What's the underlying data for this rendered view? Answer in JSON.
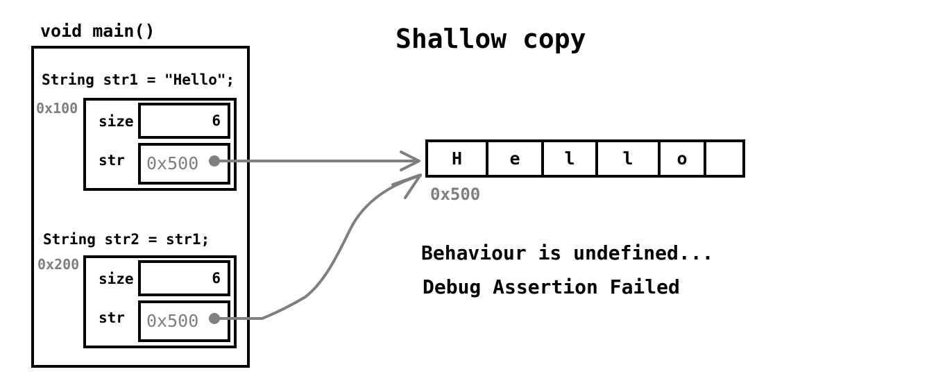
{
  "title": "Shallow copy",
  "function_label": "void main()",
  "objects": [
    {
      "declaration": "String str1 = \"Hello\";",
      "address": "0x100",
      "size_label": "size",
      "size_value": "6",
      "str_label": "str",
      "str_value": "0x500"
    },
    {
      "declaration": "String str2 = str1;",
      "address": "0x200",
      "size_label": "size",
      "size_value": "6",
      "str_label": "str",
      "str_value": "0x500"
    }
  ],
  "heap": {
    "cells": [
      "H",
      "e",
      "l",
      "l",
      "o",
      ""
    ],
    "address": "0x500"
  },
  "notes": {
    "line1": "Behaviour is undefined...",
    "line2": "Debug Assertion Failed"
  },
  "colors": {
    "arrow": "#7f7f7f",
    "address_text": "#7f7f7f",
    "outline": "#000000"
  }
}
